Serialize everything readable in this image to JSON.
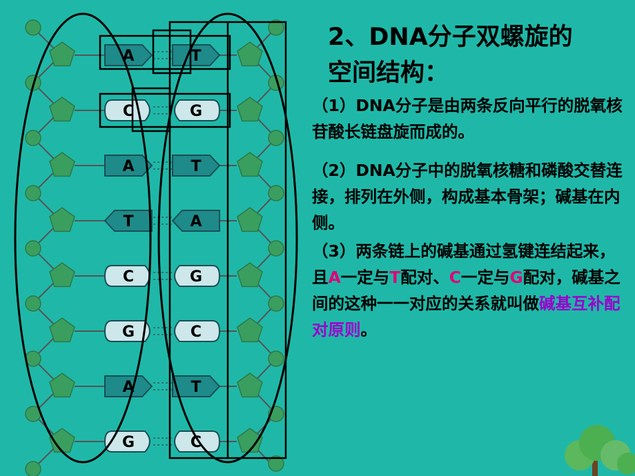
{
  "heading": {
    "line1": "2、DNA分子双螺旋的",
    "line2": "空间结构："
  },
  "points": {
    "p1": {
      "text": "（1）DNA分子是由两条反向平行的脱氧核苷酸长链盘旋而成的。"
    },
    "p2": {
      "text": "（2）DNA分子中的脱氧核糖和磷酸交替连接，排列在外侧，构成基本骨架；碱基在内侧。"
    },
    "p3": {
      "t1": "（3）两条链上的碱基通过氢键连结起来，且",
      "a": "A",
      "t2": "一定与",
      "t": "T",
      "t3": "配对、",
      "c": "C",
      "t4": "一定与",
      "g": "G",
      "t5": "配对，碱基之间的这种一一对应的关系就叫做",
      "term": "碱基互补配对原则",
      "t6": "。"
    }
  },
  "base_pairs": [
    {
      "left": "A",
      "right": "T"
    },
    {
      "left": "C",
      "right": "G"
    },
    {
      "left": "A",
      "right": "T"
    },
    {
      "left": "T",
      "right": "A"
    },
    {
      "left": "C",
      "right": "G"
    },
    {
      "left": "G",
      "right": "C"
    },
    {
      "left": "A",
      "right": "T"
    },
    {
      "left": "G",
      "right": "C"
    }
  ],
  "colors": {
    "background": "#1fb8a8",
    "phosphate": "#3a9e5f",
    "sugar": "#3a9e5f",
    "base_purine": "#1f8a8a",
    "base_pyrimidine": "#cde7ea",
    "highlight_red": "#e0007a",
    "highlight_purple": "#9b00cc"
  }
}
